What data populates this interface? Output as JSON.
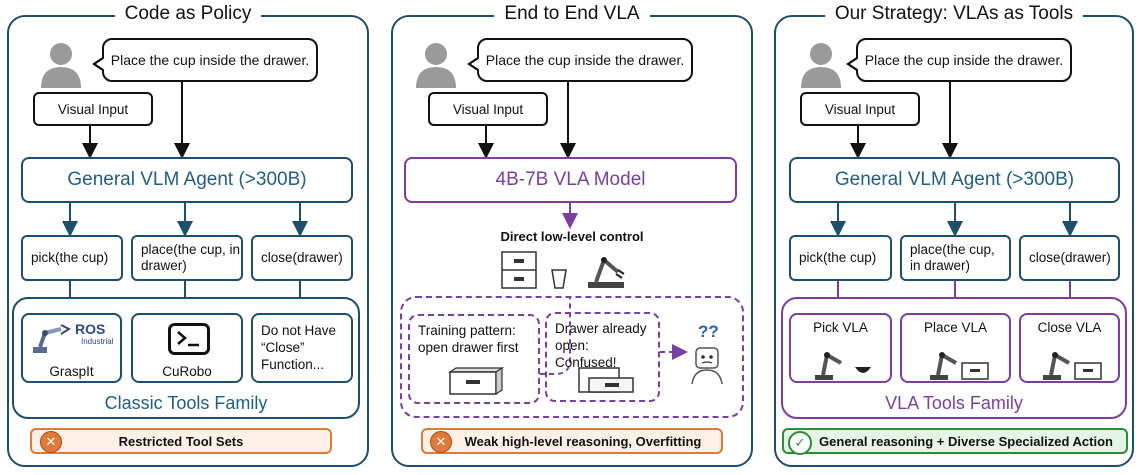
{
  "panels": [
    {
      "title": "Code as Policy",
      "instruction": "Place the cup inside the drawer.",
      "visual_input": "Visual Input",
      "agent": "General VLM Agent (>300B)",
      "functions": [
        "pick(the cup)",
        "place(the cup, in drawer)",
        "close(drawer)"
      ],
      "tools": [
        {
          "label": "GraspIt",
          "logo_text": "ROS",
          "logo_sub": "Industrial",
          "icon": "robot-arm-icon"
        },
        {
          "label": "CuRobo",
          "icon": "terminal-icon"
        },
        {
          "label": "Do not Have “Close” Function..."
        }
      ],
      "family_label": "Classic Tools Family",
      "bottom": "Restricted Tool Sets"
    },
    {
      "title": "End to End VLA",
      "instruction": "Place the cup inside the drawer.",
      "visual_input": "Visual Input",
      "agent": "4B-7B VLA Model",
      "control_label": "Direct low-level control",
      "scenario_left": "Training pattern: open drawer first",
      "scenario_right": "Drawer already open: Confused!",
      "confused_marks": "?? ",
      "bottom": "Weak high-level reasoning, Overfitting"
    },
    {
      "title": "Our Strategy: VLAs as Tools",
      "instruction": "Place the cup inside the drawer.",
      "visual_input": "Visual Input",
      "agent": "General VLM Agent (>300B)",
      "functions": [
        "pick(the cup)",
        "place(the cup, in drawer)",
        "close(drawer)"
      ],
      "tools": [
        {
          "label": "Pick VLA"
        },
        {
          "label": "Place VLA"
        },
        {
          "label": "Close VLA"
        }
      ],
      "family_label": "VLA Tools Family",
      "bottom": "General reasoning + Diverse Specialized Action"
    }
  ],
  "colors": {
    "navy": "#1f4e6b",
    "purple": "#7b3fa0",
    "orange": "#e07a3b",
    "green": "#2e8b3a"
  }
}
